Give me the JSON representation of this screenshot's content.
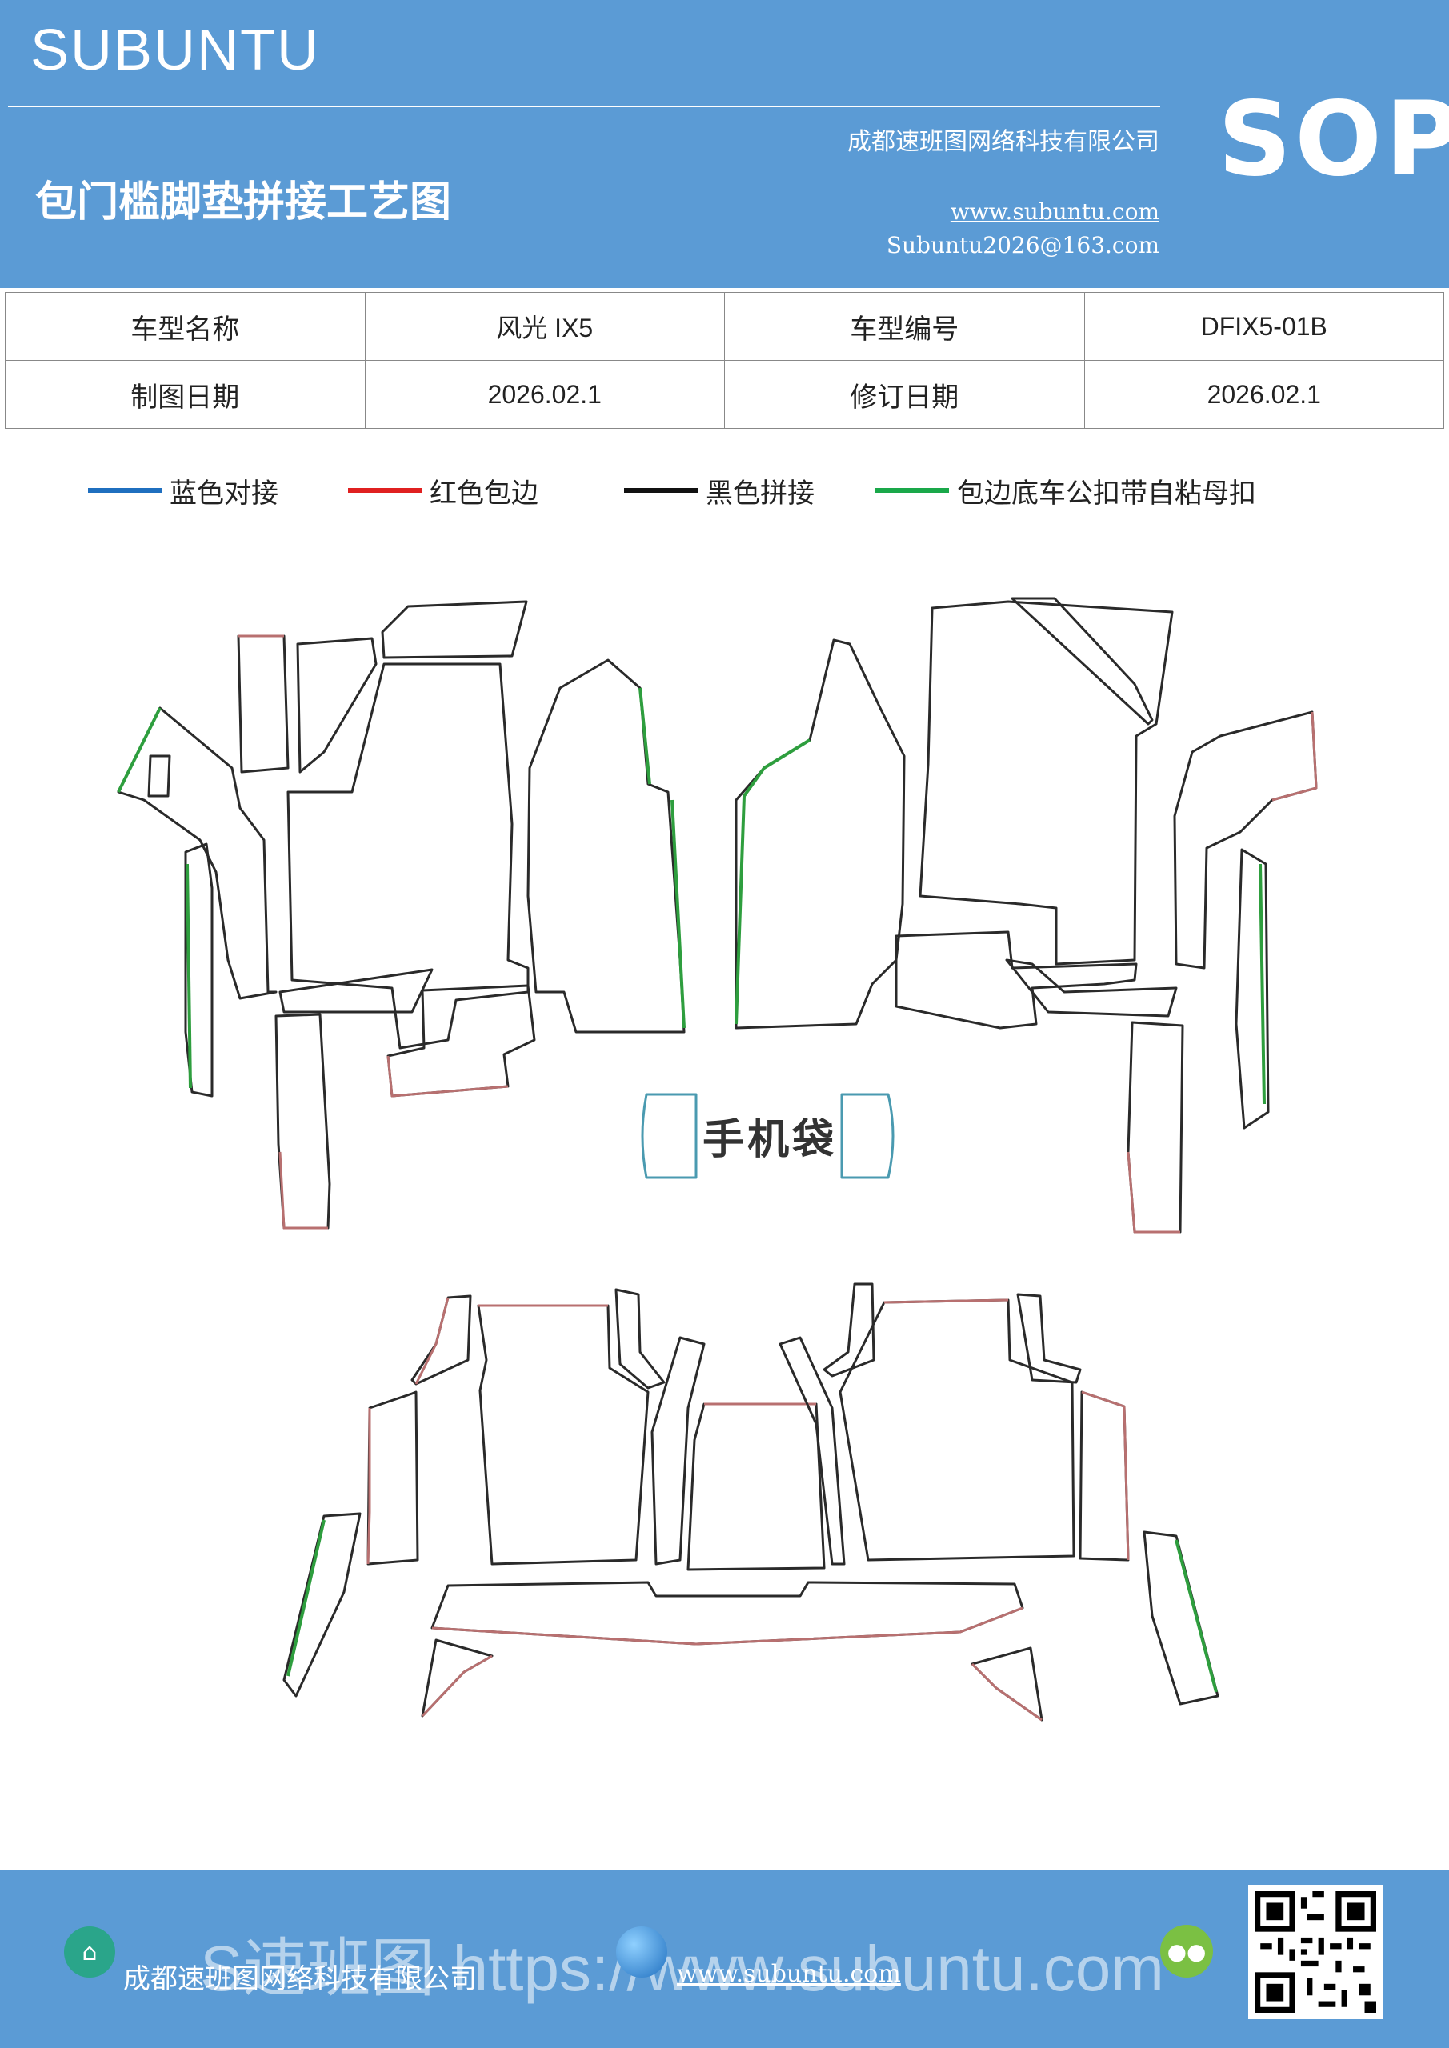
{
  "header": {
    "brand": "SUBUNTU",
    "title": "包门槛脚垫拼接工艺图",
    "company": "成都速班图网络科技有限公司",
    "website": "www.subuntu.com",
    "email": "Subuntu2026@163.com",
    "sop": "SOP"
  },
  "info_table": {
    "rows": [
      {
        "label1": "车型名称",
        "value1": "风光 IX5",
        "label2": "车型编号",
        "value2": "DFIX5-01B"
      },
      {
        "label1": "制图日期",
        "value1": "2026.02.1",
        "label2": "修订日期",
        "value2": "2026.02.1"
      }
    ]
  },
  "legend": [
    {
      "label": "蓝色对接",
      "color": "#1f6fbf"
    },
    {
      "label": "红色包边",
      "color": "#e02020"
    },
    {
      "label": "黑色拼接",
      "color": "#111111"
    },
    {
      "label": "包边底车公扣带自粘母扣",
      "color": "#1aa84a"
    }
  ],
  "diagram": {
    "phone_bag_label": "手机袋",
    "colors": {
      "outline": "#2a2a2a",
      "red": "#b87070",
      "green": "#2e9e3e",
      "blue": "#4a9ab0"
    }
  },
  "footer": {
    "company": "成都速班图网络科技有限公司",
    "website": "www.subuntu.com",
    "watermark": "S速班图 https://www.subuntu.com",
    "company_icon": "building-icon",
    "globe_icon": "globe-icon",
    "wechat_icon": "wechat-icon"
  }
}
